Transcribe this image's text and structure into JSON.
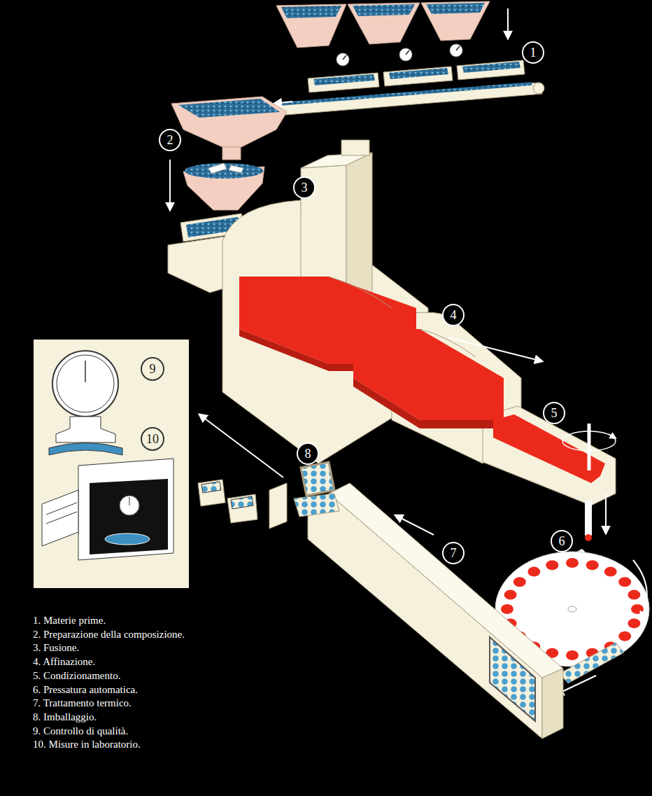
{
  "diagram": {
    "nodes": [
      {
        "text": [
          "1"
        ]
      },
      {
        "text": [
          "2"
        ]
      },
      {
        "text": [
          "3"
        ]
      },
      {
        "text": [
          "4"
        ]
      },
      {
        "text": [
          "5"
        ]
      },
      {
        "text": [
          "6"
        ]
      },
      {
        "text": [
          "7"
        ]
      },
      {
        "text": [
          "8"
        ]
      },
      {
        "text": [
          "9"
        ]
      },
      {
        "text": [
          "10"
        ]
      }
    ],
    "labels": [
      "1. Materie prime.",
      "2. Preparazione della composizione.",
      "3. Fusione.",
      "4. Affinazione.",
      "5. Condizionamento.",
      "6. Pressatura automatica.",
      "7. Trattamento termico.",
      "8. Imballaggio.",
      "9. Controllo di qualità.",
      "10. Misure in laboratorio."
    ]
  }
}
